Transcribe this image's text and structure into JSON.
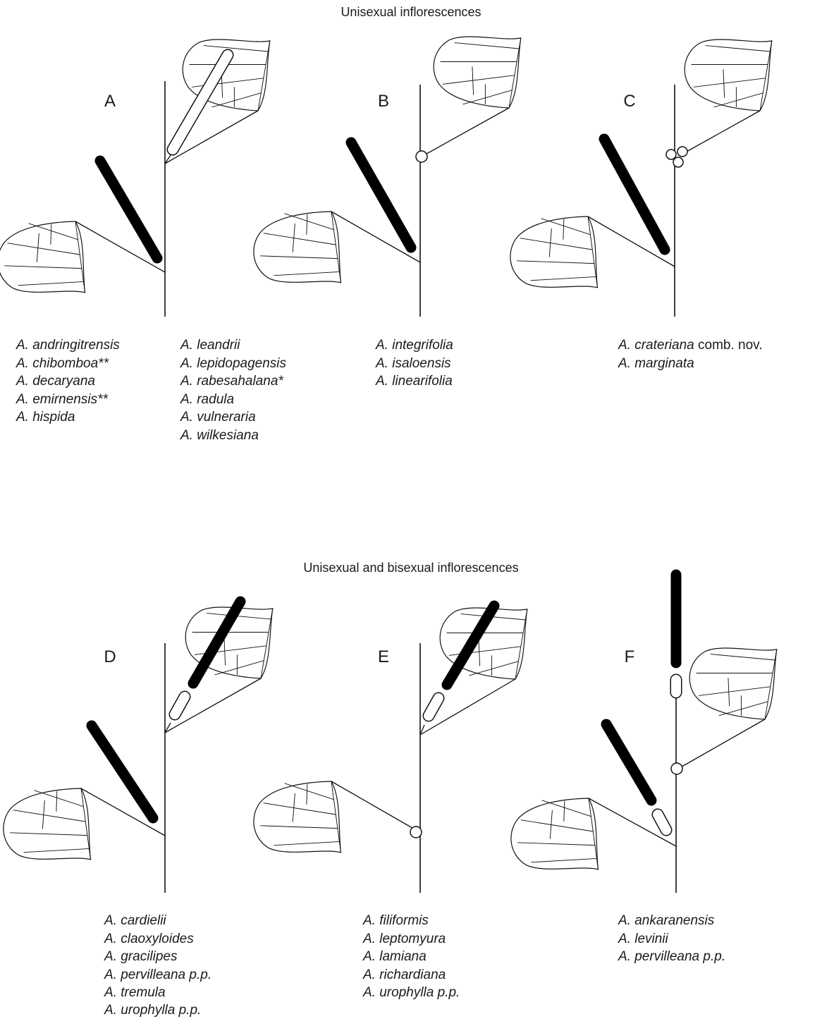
{
  "sections": [
    {
      "heading": "Unisexual inflorescences",
      "panels": [
        {
          "letter": "A",
          "species_columns": [
            [
              {
                "name": "A. andringitrensis",
                "suffix": ""
              },
              {
                "name": "A. chibomboa**",
                "suffix": ""
              },
              {
                "name": "A. decaryana",
                "suffix": ""
              },
              {
                "name": "A. emirnensis**",
                "suffix": ""
              },
              {
                "name": "A. hispida",
                "suffix": ""
              }
            ],
            [
              {
                "name": "A. leandrii",
                "suffix": ""
              },
              {
                "name": "A. lepidopagensis",
                "suffix": ""
              },
              {
                "name": "A. rabesahalana*",
                "suffix": ""
              },
              {
                "name": "A. radula",
                "suffix": ""
              },
              {
                "name": "A. vulneraria",
                "suffix": ""
              },
              {
                "name": "A. wilkesiana",
                "suffix": ""
              }
            ]
          ]
        },
        {
          "letter": "B",
          "species_columns": [
            [
              {
                "name": "A. integrifolia",
                "suffix": ""
              },
              {
                "name": "A. isaloensis",
                "suffix": ""
              },
              {
                "name": "A. linearifolia",
                "suffix": ""
              }
            ]
          ]
        },
        {
          "letter": "C",
          "species_columns": [
            [
              {
                "name": "A. crateriana",
                "suffix": "comb. nov."
              },
              {
                "name": "A. marginata",
                "suffix": ""
              }
            ]
          ]
        }
      ]
    },
    {
      "heading": "Unisexual and bisexual inflorescences",
      "panels": [
        {
          "letter": "D",
          "species_columns": [
            [
              {
                "name": "A. cardielii",
                "suffix": ""
              },
              {
                "name": "A. claoxyloides",
                "suffix": ""
              },
              {
                "name": "A. gracilipes",
                "suffix": ""
              },
              {
                "name": "A. pervilleana p.p.",
                "suffix": ""
              },
              {
                "name": "A. tremula",
                "suffix": ""
              },
              {
                "name": "A. urophylla p.p.",
                "suffix": ""
              }
            ]
          ]
        },
        {
          "letter": "E",
          "species_columns": [
            [
              {
                "name": "A. filiformis",
                "suffix": ""
              },
              {
                "name": "A. leptomyura",
                "suffix": ""
              },
              {
                "name": "A. lamiana",
                "suffix": ""
              },
              {
                "name": "A. richardiana",
                "suffix": ""
              },
              {
                "name": "A. urophylla p.p.",
                "suffix": ""
              }
            ]
          ]
        },
        {
          "letter": "F",
          "species_columns": [
            [
              {
                "name": "A. ankaranensis",
                "suffix": ""
              },
              {
                "name": "A. levinii",
                "suffix": ""
              },
              {
                "name": "A. pervilleana p.p.",
                "suffix": ""
              }
            ]
          ]
        }
      ]
    }
  ]
}
